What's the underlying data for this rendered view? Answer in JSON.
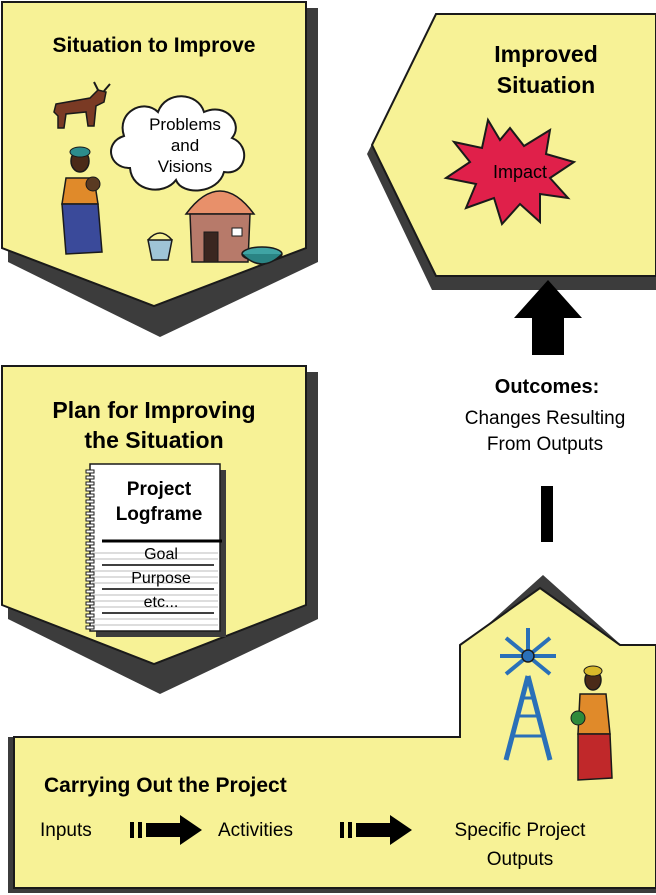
{
  "colors": {
    "panel": "#f7f296",
    "outline": "#1a1a1a",
    "shadow": "#3c3c3c",
    "impact": "#e0204a"
  },
  "situation": {
    "title": "Situation to Improve",
    "cloud_text": [
      "Problems",
      "and",
      "Visions"
    ]
  },
  "improved": {
    "title_lines": [
      "Improved",
      "Situation"
    ],
    "burst_text": "Impact"
  },
  "plan": {
    "title_lines": [
      "Plan for Improving",
      "the Situation"
    ],
    "notebook": {
      "heading_lines": [
        "Project",
        "Logframe"
      ],
      "rows": [
        "Goal",
        "Purpose",
        "etc..."
      ]
    }
  },
  "outcomes": {
    "label": "Outcomes:",
    "desc_lines": [
      "Changes Resulting",
      "From Outputs"
    ]
  },
  "project": {
    "title": "Carrying Out the Project",
    "flow": [
      "Inputs",
      "Activities",
      "Specific Project",
      "Outputs"
    ]
  }
}
